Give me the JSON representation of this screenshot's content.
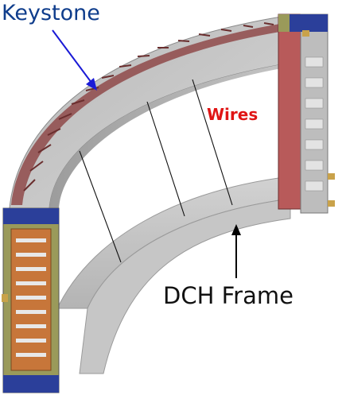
{
  "figure": {
    "labels": {
      "keystone": "Keystone",
      "wires": "Wires",
      "frame": "DCH Frame"
    },
    "colors": {
      "keystone_label": "#0f3d8c",
      "keystone_arrow": "#1a1ad6",
      "wires_label": "#e01515",
      "frame_label": "#111111",
      "frame_arrow": "#000000",
      "frame_surface": "#c9c9c9",
      "frame_surface_dark": "#a7a7a7",
      "keystone_strip": "#8f4a4a",
      "end_block_blue": "#2b3f9a",
      "end_block_orange": "#c7763a",
      "end_block_olive": "#9a9a5a",
      "end_block_red": "#b85a5a",
      "wire": "#111111"
    }
  }
}
